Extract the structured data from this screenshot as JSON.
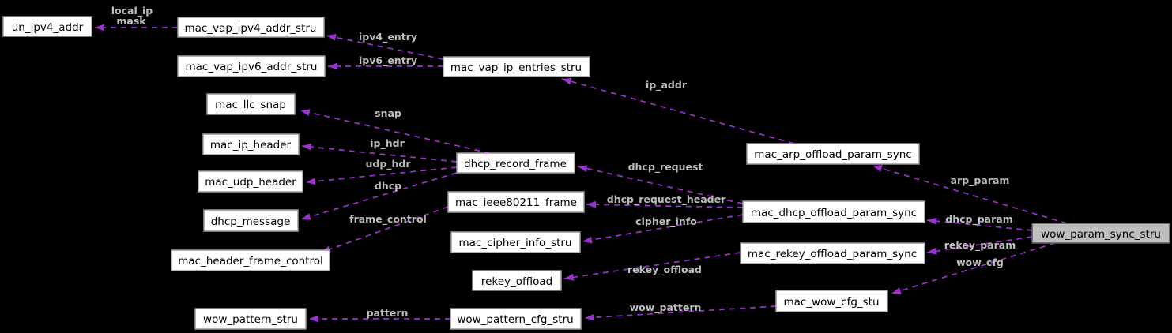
{
  "diagram": {
    "type": "collaboration-graph",
    "colors": {
      "background": "#000000",
      "edge": "#9a32cd",
      "edge_label_text": "#bdbdbd",
      "node_fill": "#ffffff",
      "node_border": "#9a9a9a",
      "node_text": "#000000",
      "highlight_node_fill": "#bebebe"
    },
    "nodes": [
      {
        "label": "un_ipv4_addr"
      },
      {
        "label": "mac_vap_ipv4_addr_stru"
      },
      {
        "label": "mac_vap_ipv6_addr_stru"
      },
      {
        "label": "mac_vap_ip_entries_stru"
      },
      {
        "label": "mac_llc_snap"
      },
      {
        "label": "mac_ip_header"
      },
      {
        "label": "mac_udp_header"
      },
      {
        "label": "dhcp_message"
      },
      {
        "label": "mac_header_frame_control"
      },
      {
        "label": "dhcp_record_frame"
      },
      {
        "label": "mac_ieee80211_frame"
      },
      {
        "label": "mac_cipher_info_stru"
      },
      {
        "label": "rekey_offload"
      },
      {
        "label": "wow_pattern_stru"
      },
      {
        "label": "wow_pattern_cfg_stru"
      },
      {
        "label": "mac_arp_offload_param_sync"
      },
      {
        "label": "mac_dhcp_offload_param_sync"
      },
      {
        "label": "mac_rekey_offload_param_sync"
      },
      {
        "label": "mac_wow_cfg_stu"
      },
      {
        "label": "wow_param_sync_stru",
        "highlighted": true
      }
    ],
    "edges": [
      {
        "from": "mac_vap_ipv4_addr_stru",
        "to": "un_ipv4_addr",
        "label": "local_ip",
        "label_line2": "mask"
      },
      {
        "from": "mac_vap_ip_entries_stru",
        "to": "mac_vap_ipv4_addr_stru",
        "label": "ipv4_entry"
      },
      {
        "from": "mac_vap_ip_entries_stru",
        "to": "mac_vap_ipv6_addr_stru",
        "label": "ipv6_entry"
      },
      {
        "from": "mac_arp_offload_param_sync",
        "to": "mac_vap_ip_entries_stru",
        "label": "ip_addr"
      },
      {
        "from": "dhcp_record_frame",
        "to": "mac_llc_snap",
        "label": "snap"
      },
      {
        "from": "dhcp_record_frame",
        "to": "mac_ip_header",
        "label": "ip_hdr"
      },
      {
        "from": "dhcp_record_frame",
        "to": "mac_udp_header",
        "label": "udp_hdr"
      },
      {
        "from": "dhcp_record_frame",
        "to": "dhcp_message",
        "label": "dhcp"
      },
      {
        "from": "mac_ieee80211_frame",
        "to": "mac_header_frame_control",
        "label": "frame_control"
      },
      {
        "from": "mac_dhcp_offload_param_sync",
        "to": "dhcp_record_frame",
        "label": "dhcp_request"
      },
      {
        "from": "mac_dhcp_offload_param_sync",
        "to": "mac_ieee80211_frame",
        "label": "dhcp_request_header"
      },
      {
        "from": "mac_dhcp_offload_param_sync",
        "to": "mac_cipher_info_stru",
        "label": "cipher_info"
      },
      {
        "from": "mac_rekey_offload_param_sync",
        "to": "rekey_offload",
        "label": "rekey_offload"
      },
      {
        "from": "mac_wow_cfg_stu",
        "to": "wow_pattern_cfg_stru",
        "label": "wow_pattern"
      },
      {
        "from": "wow_pattern_cfg_stru",
        "to": "wow_pattern_stru",
        "label": "pattern"
      },
      {
        "from": "wow_param_sync_stru",
        "to": "mac_arp_offload_param_sync",
        "label": "arp_param"
      },
      {
        "from": "wow_param_sync_stru",
        "to": "mac_dhcp_offload_param_sync",
        "label": "dhcp_param"
      },
      {
        "from": "wow_param_sync_stru",
        "to": "mac_rekey_offload_param_sync",
        "label": "rekey_param"
      },
      {
        "from": "wow_param_sync_stru",
        "to": "mac_wow_cfg_stu",
        "label": "wow_cfg"
      }
    ]
  }
}
